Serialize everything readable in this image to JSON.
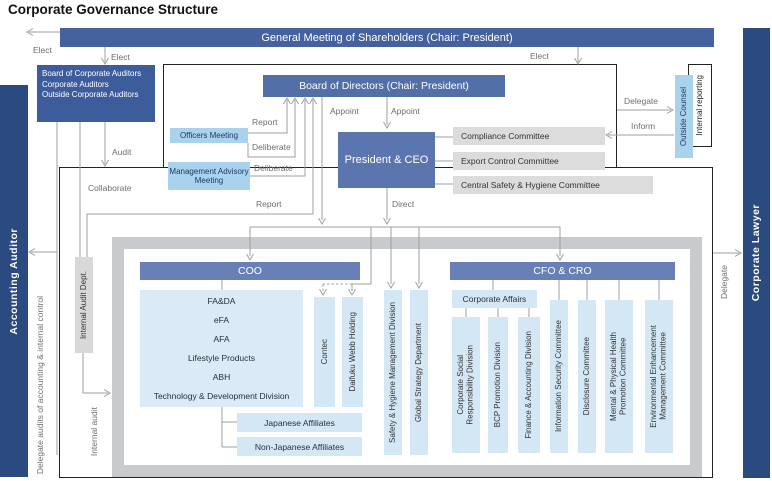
{
  "title": "Corporate Governance Structure",
  "colors": {
    "navy_bar": "#2a4a80",
    "gm_banner": "#45619e",
    "bod_banner": "#526fa8",
    "president": "#5b76af",
    "coo_cfo_banner": "#6880b6",
    "light_blue": "#a9d2ec",
    "pale_blue": "#d4e7f5",
    "committee_gray": "#dcdcdc",
    "frame_gray": "#c9cacc",
    "line_gray": "#9aa0a4"
  },
  "bars": {
    "left": "Accounting Auditor",
    "right": "Corporate Lawyer"
  },
  "governance": {
    "general_meeting": "General Meeting of Shareholders (Chair: President)",
    "board_of_directors": "Board of Directors (Chair: President)",
    "auditors_box": "Board of Corporate Auditors\nCorporate Auditors\nOutside Corporate Auditors",
    "officers_meeting": "Officers Meeting",
    "management_advisory": "Management Advisory Meeting",
    "president": "President & CEO",
    "outside_counsel": "Outside Counsel",
    "internal_reporting": "Internal reporting",
    "committees": [
      "Compliance Committee",
      "Export Control Committee",
      "Central Safety & Hygiene Committee"
    ]
  },
  "labels": {
    "elect": "Elect",
    "audit": "Audit",
    "collaborate": "Collaborate",
    "report": "Report",
    "deliberate": "Deliberate",
    "appoint": "Appoint",
    "direct": "Direct",
    "delegate": "Delegate",
    "inform": "Inform",
    "internal_audit": "Internal audit",
    "delegate_audits": "Delegate audits of accounting & internal control"
  },
  "operations": {
    "internal_audit_dept": "Internal Audit Dept.",
    "coo": {
      "title": "COO",
      "group": "FA&DA\neFA\nAFA\nLifestyle Products\nABH\nTechnology & Development Division",
      "contec": "Contec",
      "daifuku_webb": "Daifuku Webb Holding",
      "japanese_affiliates": "Japanese Affiliates",
      "non_japanese_affiliates": "Non-Japanese Affiliates"
    },
    "divisions": {
      "safety_hygiene": "Safety & Hygiene Management Division",
      "global_strategy": "Global Strategy Department"
    },
    "cfo": {
      "title": "CFO & CRO",
      "corporate_affairs": "Corporate Affairs",
      "sub_divisions": [
        "Corporate Social\nResponsibility Division",
        "BCP Promotion Division",
        "Finance & Accounting Division"
      ],
      "committees": [
        "Information Security Committee",
        "Disclosure Committee",
        "Mental & Physical Health\nPromotion Committee",
        "Environmental Enhancement\nManagement Committee"
      ]
    }
  }
}
